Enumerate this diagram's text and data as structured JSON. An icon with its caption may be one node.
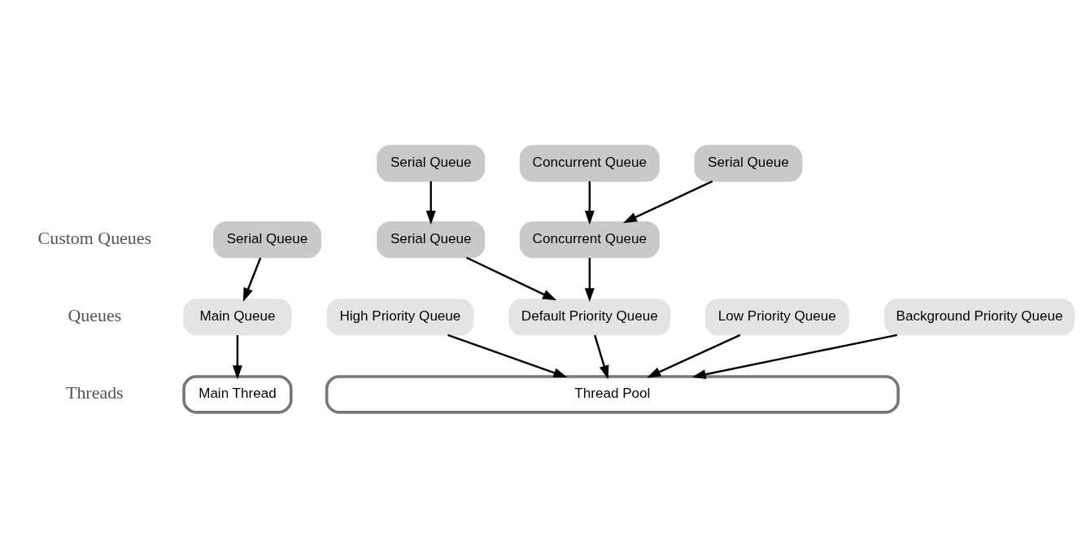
{
  "diagram": {
    "nodes": [
      {
        "text": [
          "Serial Queue"
        ]
      },
      {
        "text": [
          "Concurrent Queue"
        ]
      },
      {
        "text": [
          "Serial Queue"
        ]
      },
      {
        "text": [
          "Serial Queue"
        ]
      },
      {
        "text": [
          "Serial Queue"
        ]
      },
      {
        "text": [
          "Concurrent Queue"
        ]
      },
      {
        "text": [
          "Main Queue"
        ]
      },
      {
        "text": [
          "High Priority Queue"
        ]
      },
      {
        "text": [
          "Default Priority Queue"
        ]
      },
      {
        "text": [
          "Low Priority Queue"
        ]
      },
      {
        "text": [
          "Background Priority Queue"
        ]
      },
      {
        "text": [
          "Main Thread"
        ]
      },
      {
        "text": [
          "Thread Pool"
        ]
      }
    ],
    "edges": [
      {
        "from": 0,
        "to": 4,
        "arrow": "to"
      },
      {
        "from": 1,
        "to": 5,
        "arrow": "to"
      },
      {
        "from": 2,
        "to": 5,
        "arrow": "to"
      },
      {
        "from": 3,
        "to": 6,
        "arrow": "to"
      },
      {
        "from": 4,
        "to": 8,
        "arrow": "to"
      },
      {
        "from": 5,
        "to": 8,
        "arrow": "to"
      },
      {
        "from": 6,
        "to": 11,
        "arrow": "to"
      },
      {
        "from": 7,
        "to": 12,
        "arrow": "to"
      },
      {
        "from": 8,
        "to": 12,
        "arrow": "to"
      },
      {
        "from": 9,
        "to": 12,
        "arrow": "to"
      },
      {
        "from": 10,
        "to": 12,
        "arrow": "to"
      }
    ],
    "labels": [
      "Custom Queues",
      "Queues",
      "Threads"
    ]
  }
}
